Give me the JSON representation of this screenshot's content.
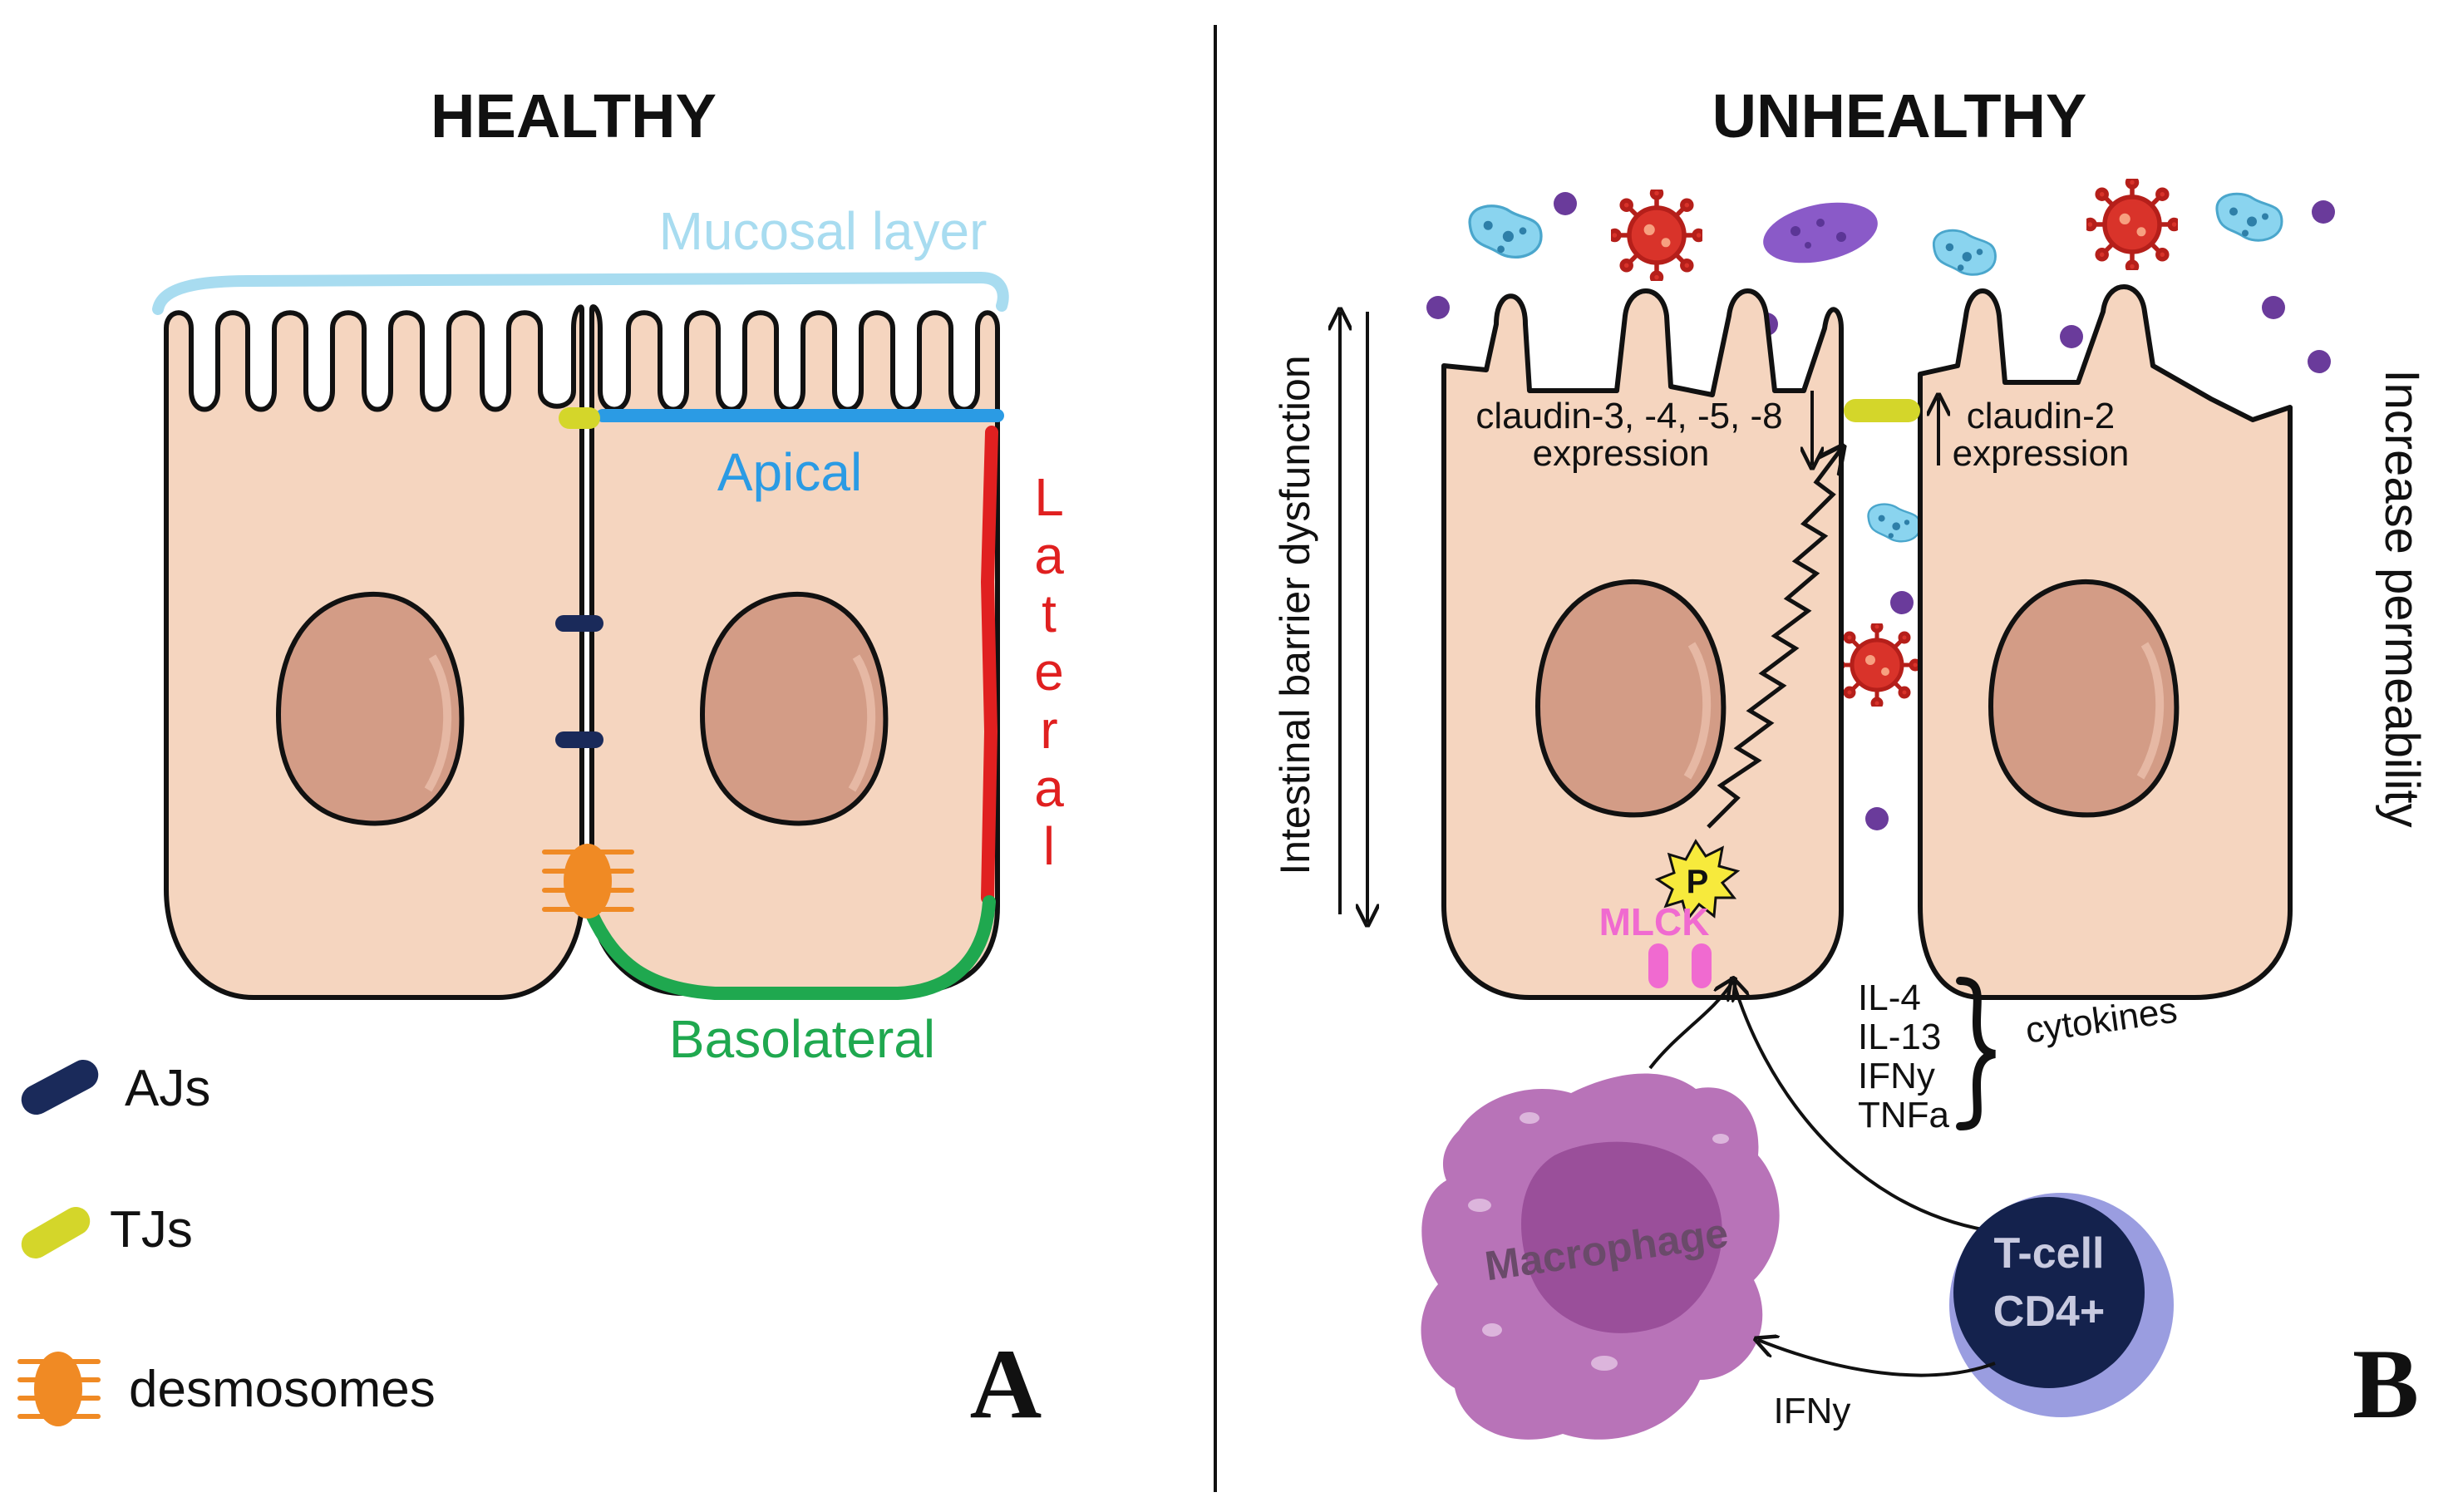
{
  "panel_a": {
    "title": "HEALTHY",
    "letter": "A",
    "labels": {
      "mucosal": "Mucosal layer",
      "apical": "Apical",
      "lateral": [
        "L",
        "a",
        "t",
        "e",
        "r",
        "a",
        "l"
      ],
      "basolateral": "Basolateral"
    },
    "legend": [
      {
        "label": "AJs",
        "icon": "adherens-junction-icon",
        "color": "#1a2a5a"
      },
      {
        "label": "TJs",
        "icon": "tight-junction-icon",
        "color": "#d4d62a"
      },
      {
        "label": "desmosomes",
        "icon": "desmosome-icon",
        "color": "#f08a24"
      }
    ]
  },
  "panel_b": {
    "title": "UNHEALTHY",
    "letter": "B",
    "left_arrow_label": "Intestinal barrier dysfunction",
    "right_side_label": "Increase permeability",
    "claudin_down": {
      "line1": "claudin-3, -4, -5, -8",
      "line2": "expression"
    },
    "claudin_up": {
      "line1": "claudin-2",
      "line2": "expression"
    },
    "mlck": "MLCK",
    "phospho": "P",
    "cytokines": {
      "items": [
        "IL-4",
        "IL-13",
        "IFNy",
        "TNFa"
      ],
      "group_label": "cytokines"
    },
    "macrophage": "Macrophage",
    "tcell": {
      "line1": "T-cell",
      "line2": "CD4+"
    },
    "ifn_arrow": "IFNy"
  },
  "colors": {
    "cell_fill": "#f5d5bf",
    "nucleus_fill": "#d39c86",
    "mucosal": "#a8dcf0",
    "apical": "#2b9be4",
    "lateral": "#e02020",
    "basolateral": "#1fa84f",
    "mlck": "#f06ad0",
    "macrophage": "#b873b8",
    "tcell": "#14224d",
    "tcell_ring": "#9a9de0",
    "virus": "#d9332a",
    "bacteria": "#6cc6e8",
    "purple_bacteria": "#8a5ac8",
    "particle": "#6a3b9b"
  }
}
